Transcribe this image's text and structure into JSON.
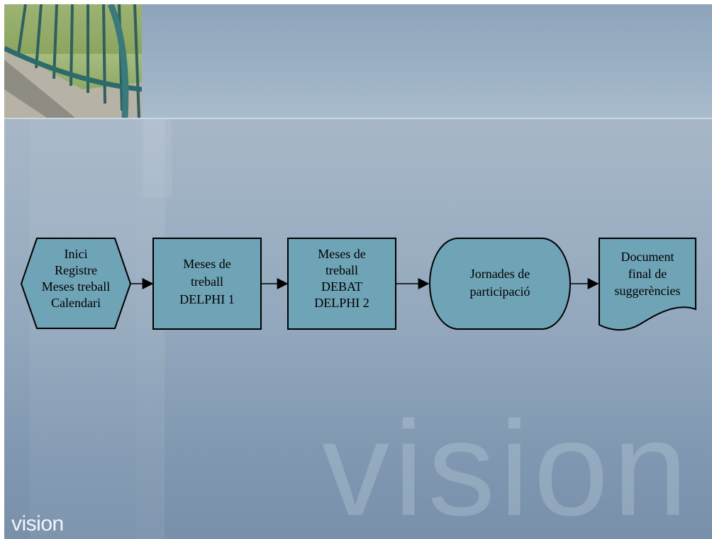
{
  "brand": {
    "logo_text": "vision",
    "watermark_text": "vision"
  },
  "diagram": {
    "nodes": [
      {
        "id": "inici",
        "shape": "hexagon",
        "lines": [
          "Inici",
          "Registre",
          "Meses treball",
          "Calendari"
        ]
      },
      {
        "id": "delphi1",
        "shape": "rectangle",
        "lines": [
          "Meses de",
          "treball",
          "DELPHI 1"
        ]
      },
      {
        "id": "delphi2",
        "shape": "rectangle",
        "lines": [
          "Meses de",
          "treball",
          "DEBAT",
          "DELPHI 2"
        ]
      },
      {
        "id": "jornades",
        "shape": "terminator",
        "lines": [
          "Jornades de",
          "participació"
        ]
      },
      {
        "id": "document",
        "shape": "document",
        "lines": [
          "Document",
          "final de",
          "suggerències"
        ]
      }
    ],
    "edges": [
      {
        "from": "inici",
        "to": "delphi1"
      },
      {
        "from": "delphi1",
        "to": "delphi2"
      },
      {
        "from": "delphi2",
        "to": "jornades"
      },
      {
        "from": "jornades",
        "to": "document"
      }
    ]
  },
  "colors": {
    "node_fill": "#6fa3b6",
    "node_stroke": "#000000"
  }
}
